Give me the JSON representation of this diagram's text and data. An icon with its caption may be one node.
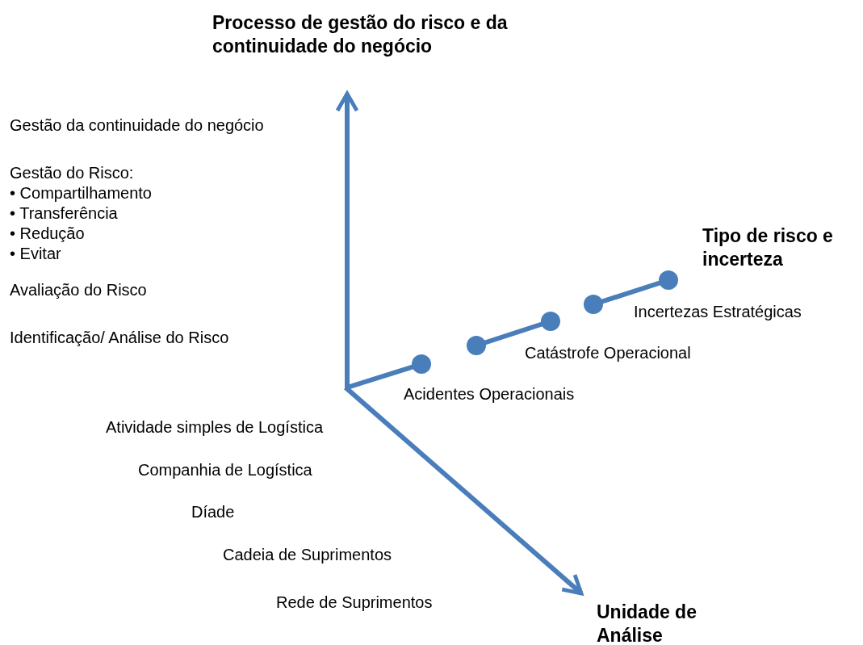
{
  "diagram": {
    "labels": [
      "Processo de gestão do risco e da continuidade do negócio",
      "Gestão da continuidade do negócio",
      "Gestão do Risco:",
      "• Compartilhamento",
      "• Transferência",
      "• Redução",
      "• Evitar",
      "Avaliação do Risco",
      "Identificação/ Análise do Risco",
      "Tipo de risco e incerteza",
      "Incertezas Estratégicas",
      "Catástrofe Operacional",
      "Acidentes Operacionais",
      "Atividade simples de Logística",
      "Companhia de Logística",
      "Díade",
      "Cadeia de Suprimentos",
      "Rede de Suprimentos",
      "Unidade de Análise"
    ]
  }
}
